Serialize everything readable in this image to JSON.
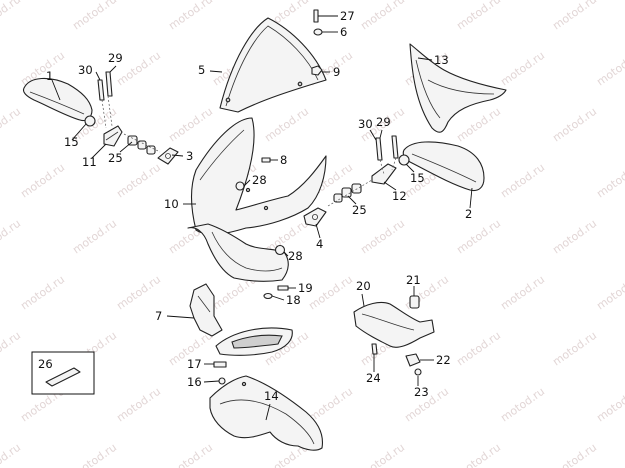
{
  "watermark": "motod.ru",
  "callouts": [
    "1",
    "2",
    "3",
    "4",
    "5",
    "6",
    "7",
    "8",
    "9",
    "10",
    "11",
    "12",
    "13",
    "14",
    "15",
    "15",
    "16",
    "17",
    "18",
    "19",
    "20",
    "21",
    "22",
    "23",
    "24",
    "25",
    "25",
    "26",
    "27",
    "28",
    "28",
    "29",
    "29",
    "30",
    "30"
  ]
}
